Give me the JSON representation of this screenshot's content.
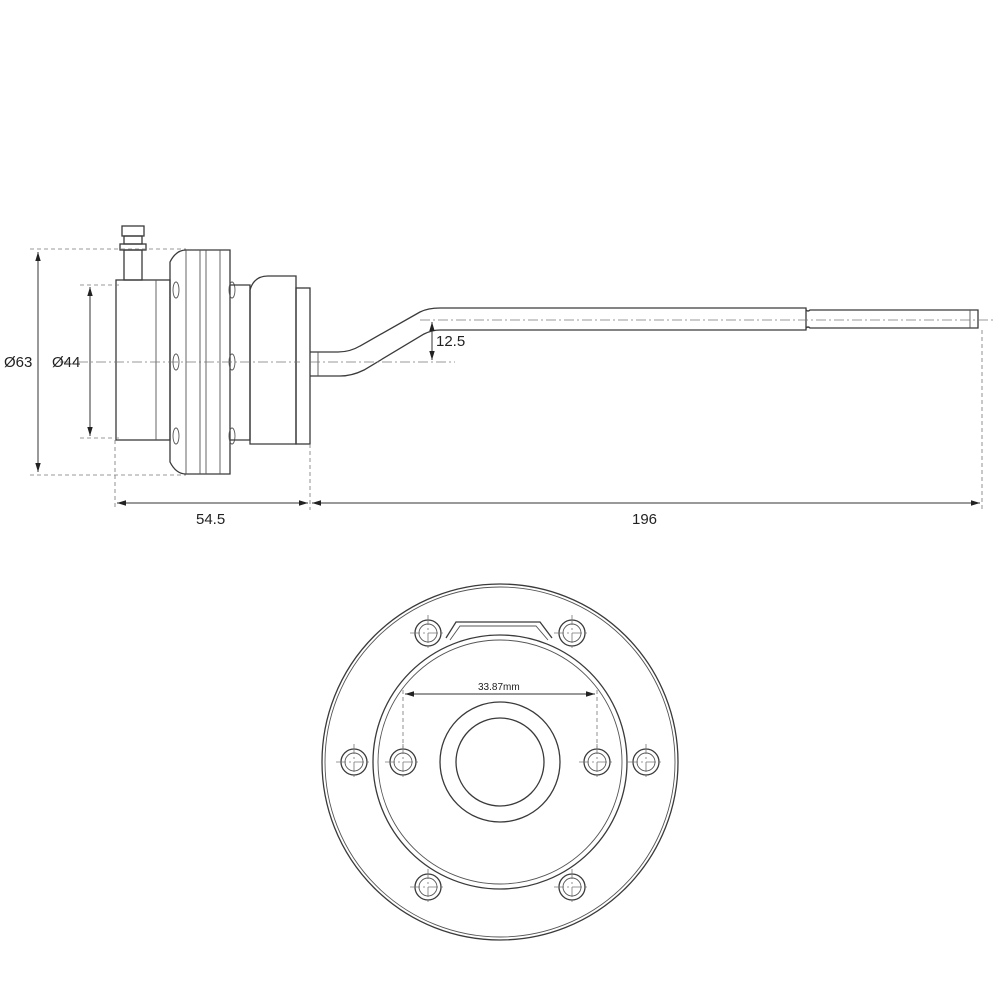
{
  "side_view": {
    "dim_outer_diameter": "Ø63",
    "dim_inner_diameter": "Ø44",
    "dim_offset": "12.5",
    "dim_body_length": "54.5",
    "dim_rod_length": "196"
  },
  "front_view": {
    "dim_hole_spacing": "33.87mm"
  }
}
